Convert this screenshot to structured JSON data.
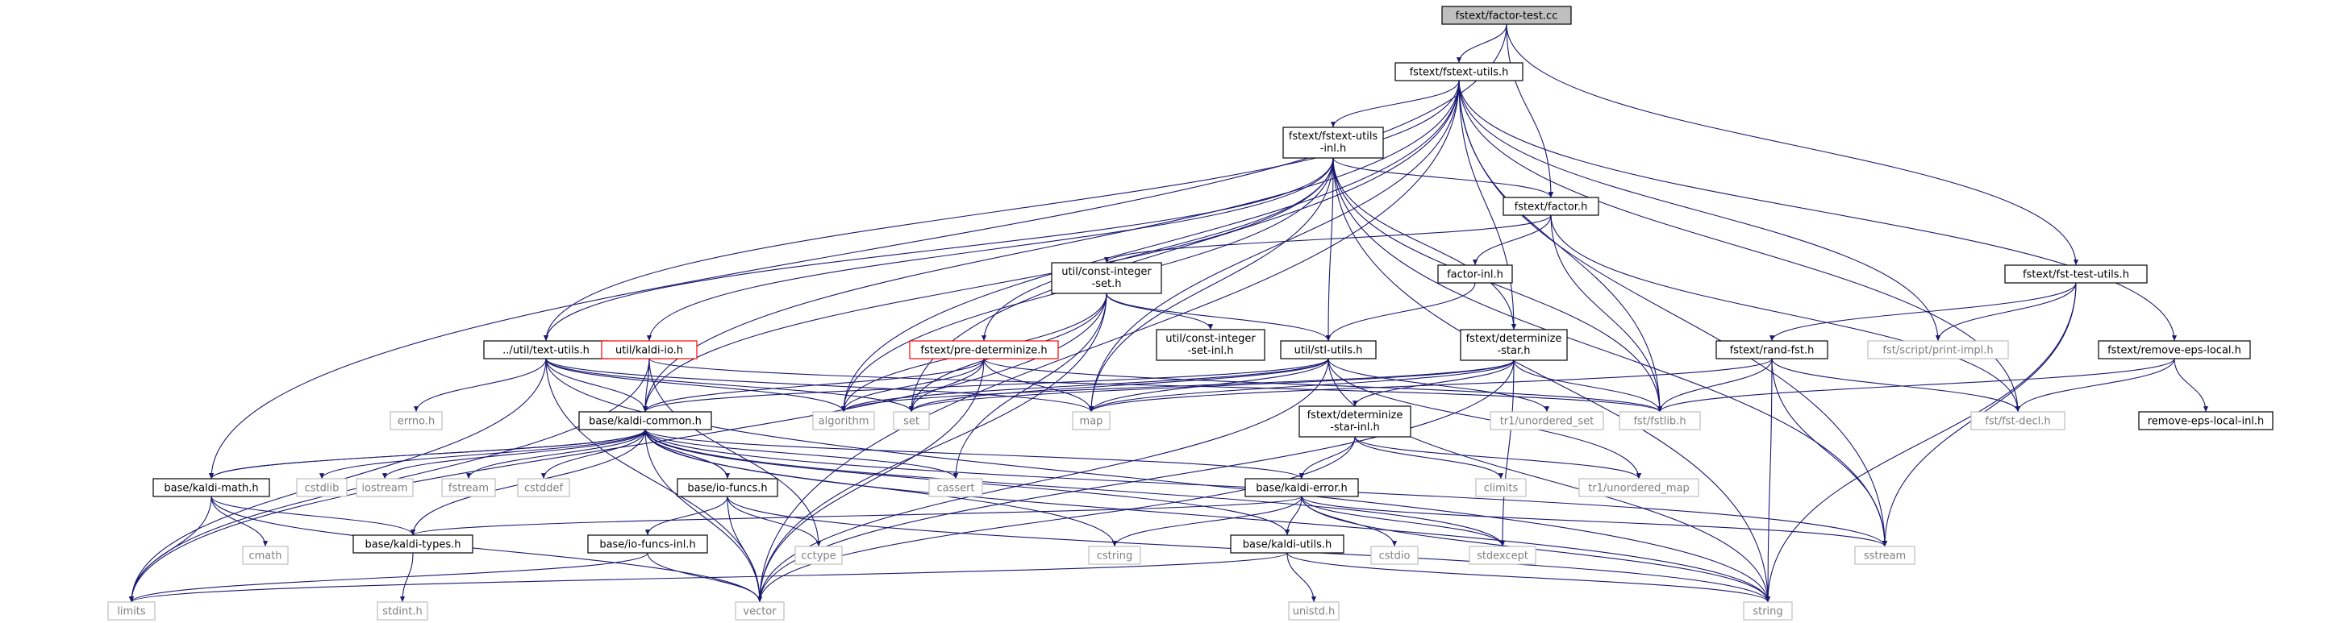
{
  "diagram": {
    "root": "fstext/factor-test.cc",
    "nodes": [
      {
        "id": "factor-test",
        "label": "fstext/factor-test.cc",
        "style": "root"
      },
      {
        "id": "fstext-utils",
        "label": "fstext/fstext-utils.h",
        "style": "file"
      },
      {
        "id": "fstext-utils-inl-1",
        "label": "fstext/fstext-utils",
        "style": "file"
      },
      {
        "id": "fstext-utils-inl-2",
        "label": "-inl.h",
        "style": "file"
      },
      {
        "id": "factor-h",
        "label": "fstext/factor.h",
        "style": "file"
      },
      {
        "id": "const-int-set-1",
        "label": "util/const-integer",
        "style": "file"
      },
      {
        "id": "const-int-set-2",
        "label": "-set.h",
        "style": "file"
      },
      {
        "id": "factor-inl",
        "label": "factor-inl.h",
        "style": "file"
      },
      {
        "id": "fst-test-utils",
        "label": "fstext/fst-test-utils.h",
        "style": "file"
      },
      {
        "id": "text-utils",
        "label": "../util/text-utils.h",
        "style": "file"
      },
      {
        "id": "kaldi-io",
        "label": "util/kaldi-io.h",
        "style": "truncated"
      },
      {
        "id": "pre-determinize",
        "label": "fstext/pre-determinize.h",
        "style": "truncated"
      },
      {
        "id": "const-int-set-inl-1",
        "label": "util/const-integer",
        "style": "file"
      },
      {
        "id": "const-int-set-inl-2",
        "label": "-set-inl.h",
        "style": "file"
      },
      {
        "id": "stl-utils",
        "label": "util/stl-utils.h",
        "style": "file"
      },
      {
        "id": "determinize-star-1",
        "label": "fstext/determinize",
        "style": "file"
      },
      {
        "id": "determinize-star-2",
        "label": "-star.h",
        "style": "file"
      },
      {
        "id": "rand-fst",
        "label": "fstext/rand-fst.h",
        "style": "file"
      },
      {
        "id": "print-impl",
        "label": "fst/script/print-impl.h",
        "style": "external"
      },
      {
        "id": "remove-eps-local",
        "label": "fstext/remove-eps-local.h",
        "style": "file"
      },
      {
        "id": "remove-eps-local-inl",
        "label": "remove-eps-local-inl.h",
        "style": "file"
      },
      {
        "id": "errno",
        "label": "errno.h",
        "style": "external"
      },
      {
        "id": "kaldi-common",
        "label": "base/kaldi-common.h",
        "style": "file"
      },
      {
        "id": "algorithm",
        "label": "algorithm",
        "style": "external"
      },
      {
        "id": "set",
        "label": "set",
        "style": "external"
      },
      {
        "id": "map",
        "label": "map",
        "style": "external"
      },
      {
        "id": "determinize-star-inl-1",
        "label": "fstext/determinize",
        "style": "file"
      },
      {
        "id": "determinize-star-inl-2",
        "label": "-star-inl.h",
        "style": "file"
      },
      {
        "id": "tr1-unordered-set",
        "label": "tr1/unordered_set",
        "style": "external"
      },
      {
        "id": "fstlib",
        "label": "fst/fstlib.h",
        "style": "external"
      },
      {
        "id": "fst-decl",
        "label": "fst/fst-decl.h",
        "style": "external"
      },
      {
        "id": "kaldi-math",
        "label": "base/kaldi-math.h",
        "style": "file"
      },
      {
        "id": "cstdlib",
        "label": "cstdlib",
        "style": "external"
      },
      {
        "id": "iostream",
        "label": "iostream",
        "style": "external"
      },
      {
        "id": "fstream",
        "label": "fstream",
        "style": "external"
      },
      {
        "id": "cstddef",
        "label": "cstddef",
        "style": "external"
      },
      {
        "id": "io-funcs",
        "label": "base/io-funcs.h",
        "style": "file"
      },
      {
        "id": "cassert",
        "label": "cassert",
        "style": "external"
      },
      {
        "id": "climits",
        "label": "climits",
        "style": "external"
      },
      {
        "id": "tr1-unordered-map",
        "label": "tr1/unordered_map",
        "style": "external"
      },
      {
        "id": "kaldi-error",
        "label": "base/kaldi-error.h",
        "style": "file"
      },
      {
        "id": "cmath",
        "label": "cmath",
        "style": "external"
      },
      {
        "id": "kaldi-types",
        "label": "base/kaldi-types.h",
        "style": "file"
      },
      {
        "id": "io-funcs-inl",
        "label": "base/io-funcs-inl.h",
        "style": "file"
      },
      {
        "id": "cctype",
        "label": "cctype",
        "style": "external"
      },
      {
        "id": "cstring",
        "label": "cstring",
        "style": "external"
      },
      {
        "id": "cstdio",
        "label": "cstdio",
        "style": "external"
      },
      {
        "id": "stdexcept",
        "label": "stdexcept",
        "style": "external"
      },
      {
        "id": "kaldi-utils",
        "label": "base/kaldi-utils.h",
        "style": "file"
      },
      {
        "id": "sstream",
        "label": "sstream",
        "style": "external"
      },
      {
        "id": "limits",
        "label": "limits",
        "style": "external"
      },
      {
        "id": "stdint",
        "label": "stdint.h",
        "style": "external"
      },
      {
        "id": "vector",
        "label": "vector",
        "style": "external"
      },
      {
        "id": "unistd",
        "label": "unistd.h",
        "style": "external"
      },
      {
        "id": "string",
        "label": "string",
        "style": "external"
      }
    ]
  },
  "colors": {
    "edge": "#191970",
    "root_fill": "#bfbfbf",
    "file_border": "#000000",
    "truncated_border": "#ff0000",
    "external_border": "#bfbfbf",
    "external_text": "#808080",
    "text": "#000000"
  }
}
